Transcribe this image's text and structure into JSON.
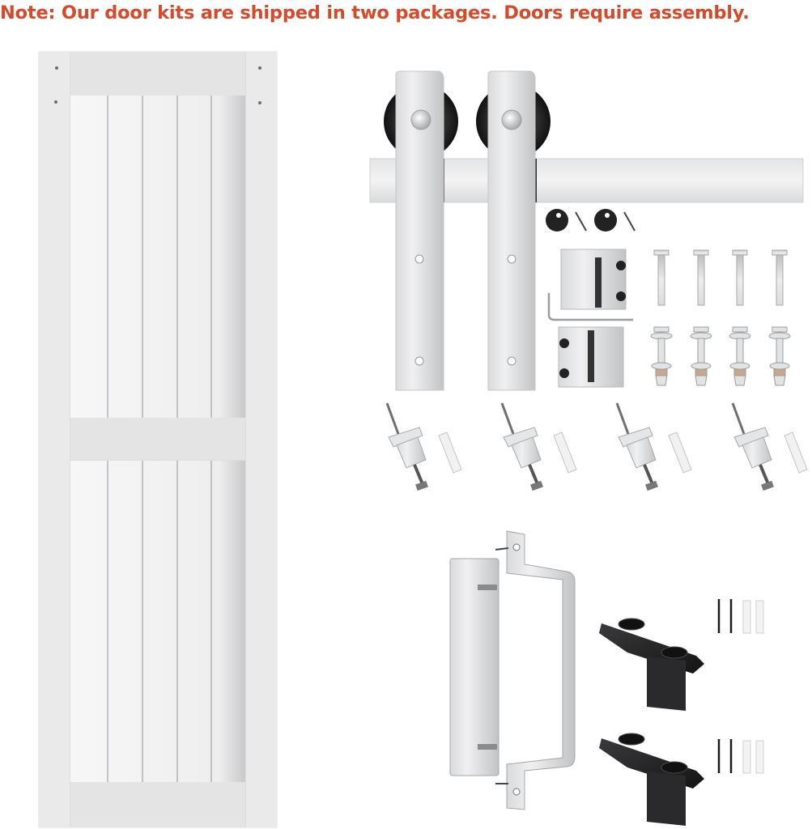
{
  "note": {
    "text": "Note: Our door kits are shipped in two packages. Doors require assembly.",
    "color": "#d8492a"
  },
  "product": {
    "door": {
      "type": "white 2-panel shaker door (vertical plank panels)",
      "panels": 2,
      "planks_per_panel": 5
    },
    "hardware_kit": {
      "items": [
        {
          "name": "rollers / hangers",
          "count": 2
        },
        {
          "name": "flat track rail",
          "count": 1
        },
        {
          "name": "end stoppers (black caps + screws)",
          "count": 2
        },
        {
          "name": "anti-jump / track stops",
          "count": 2
        },
        {
          "name": "hex (allen) key",
          "count": 1
        },
        {
          "name": "T-bolts",
          "count": 4
        },
        {
          "name": "door bolts with nuts",
          "count": 4
        },
        {
          "name": "wall lag bolts with spacers & anchors",
          "count": 4
        },
        {
          "name": "door pull handle with back plate",
          "count": 1
        },
        {
          "name": "floor guides (black) with screws & anchors",
          "count": 2
        }
      ]
    }
  }
}
